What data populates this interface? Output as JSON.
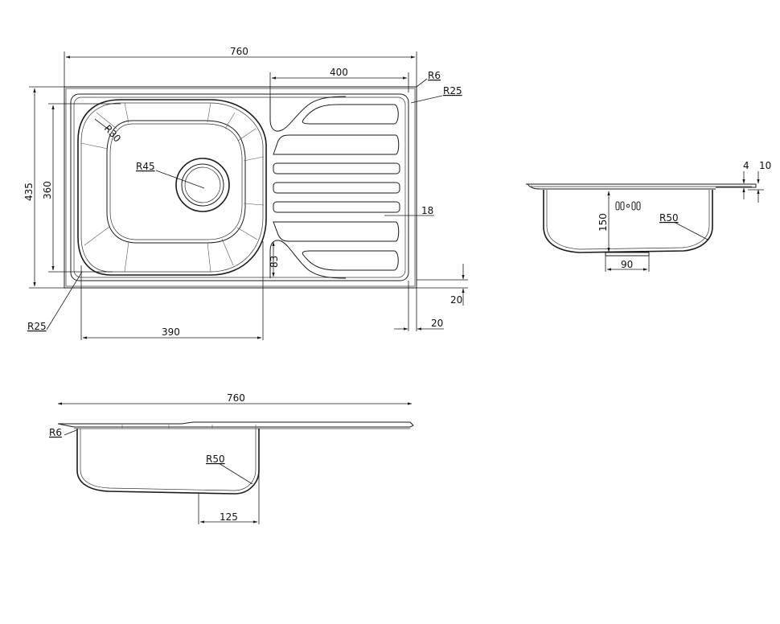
{
  "top_view": {
    "width_760": "760",
    "width_400": "400",
    "r6": "R6",
    "r25_right": "R25",
    "r30": "R30",
    "r45": "R45",
    "h435": "435",
    "h360": "360",
    "dim18": "18",
    "dim83": "83",
    "dim20_vertical": "20",
    "dim20_horizontal": "20",
    "r25_left": "R25",
    "w390": "390"
  },
  "side_view": {
    "dim4": "4",
    "dim10": "10",
    "dim150": "150",
    "r50": "R50",
    "w90": "90"
  },
  "front_view": {
    "width_760": "760",
    "r6": "R6",
    "r50": "R50",
    "w125": "125"
  }
}
